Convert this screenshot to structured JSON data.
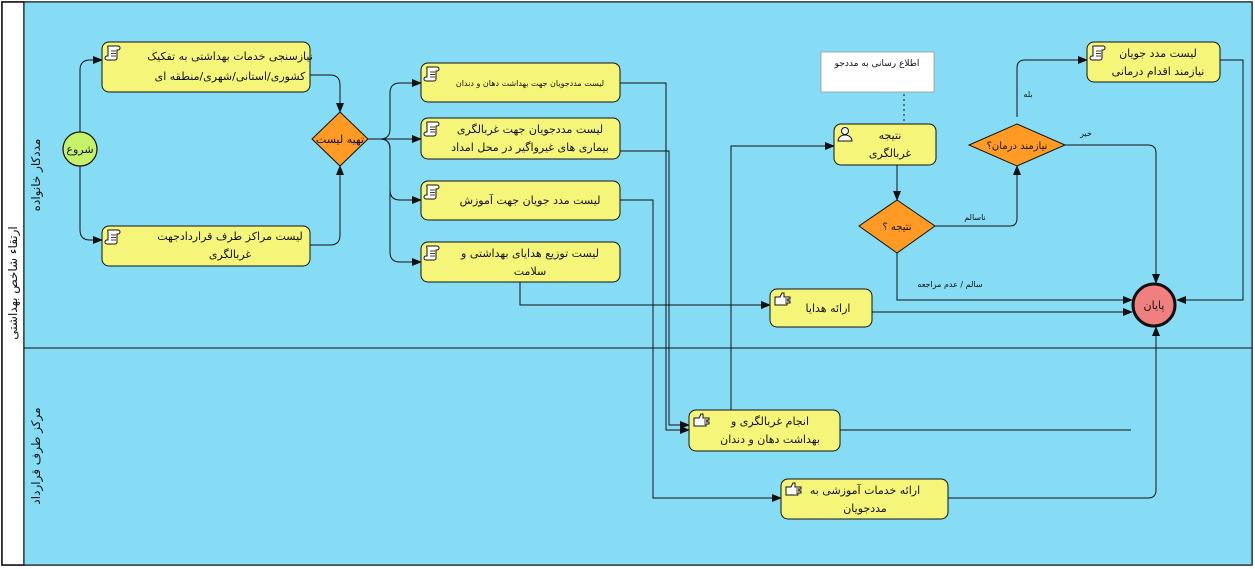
{
  "pool": {
    "title": "ارتقاء شاخص بهداشتی"
  },
  "lanes": [
    {
      "id": "lane1",
      "label": "مددکار خانواده"
    },
    {
      "id": "lane2",
      "label": "مرکز طرف قرارداد"
    }
  ],
  "nodes": {
    "start": {
      "label": "شروع"
    },
    "end": {
      "label": "پایان"
    },
    "task_needs": {
      "line1": "نیازسنجی خدمات بهداشتی به تفکیک",
      "line2": "کشوری/استانی/شهری/منطقه ای"
    },
    "task_centers": {
      "line1": "لیست مراکز طرف قراردادجهت",
      "line2": "غربالگری"
    },
    "gw_prepare": {
      "label": "تهیه لیست"
    },
    "task_list_dental": {
      "line1": "لیست مددجویان جهت بهداشت دهان و دندان"
    },
    "task_list_screen": {
      "line1": "لیست مددجویان جهت غربالگری",
      "line2": "بیماری های غیرواگیر در محل امداد"
    },
    "task_list_edu": {
      "line1": "لیست مدد جویان جهت آموزش"
    },
    "task_list_gifts": {
      "line1": "لیست  توزیع هدایای بهداشتی و",
      "line2": "سلامت"
    },
    "task_gifts": {
      "line1": "ارائه هدایا"
    },
    "task_result": {
      "line1": "نتیجه",
      "line2": "غربالگری"
    },
    "gw_result": {
      "label": "نتیجه ؟"
    },
    "gw_need": {
      "label": "نیازمند درمان؟"
    },
    "task_treat": {
      "line1": "لیست مدد جویان",
      "line2": "نیازمند  اقدام درمانی"
    },
    "task_do_screen": {
      "line1": "انجام غربالگری و",
      "line2": "بهداشت دهان و دندان"
    },
    "task_edu": {
      "line1": "ارائه خدمات آموزشی به",
      "line2": "مددجویان"
    },
    "annotation": {
      "text": "اطلاع رسانی به مددجو"
    }
  },
  "edge_labels": {
    "yes": "بله",
    "no": "خیر",
    "unhealthy": "ناسالم",
    "healthy": "سالم / عدم مراجعه"
  },
  "colors": {
    "lane_bg": "#87dcf5",
    "task_fill": "#f5f57a",
    "gateway_fill": "#ff9a24",
    "start_fill": "#c6f26a",
    "end_fill": "#f08080"
  }
}
